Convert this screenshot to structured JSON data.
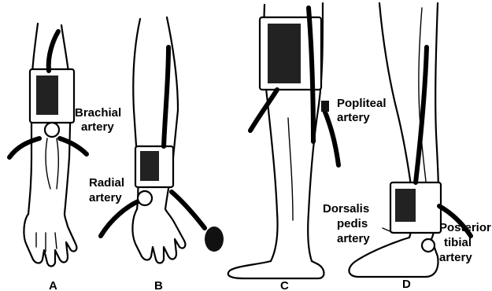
{
  "figure": {
    "panels": [
      {
        "letter": "A",
        "artery_lines": [
          "Brachial",
          "artery"
        ]
      },
      {
        "letter": "B",
        "artery_lines": [
          "Radial",
          "artery"
        ]
      },
      {
        "letter": "C",
        "artery_lines": [
          "Popliteal",
          "artery"
        ]
      },
      {
        "letter": "D",
        "artery_lines": [
          "Dorsalis",
          "pedis",
          "artery"
        ],
        "artery2_lines": [
          "Posterior",
          "tibial",
          "artery"
        ]
      }
    ]
  }
}
